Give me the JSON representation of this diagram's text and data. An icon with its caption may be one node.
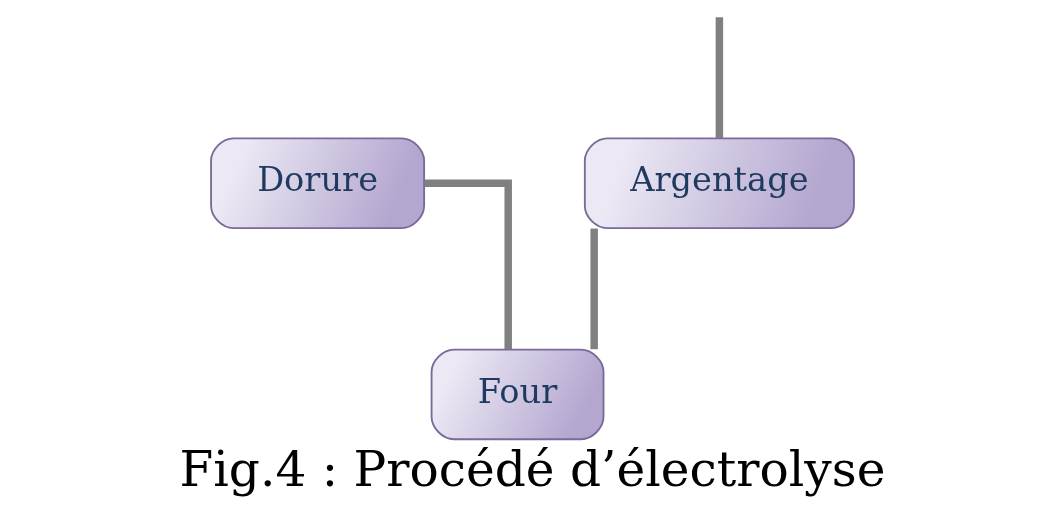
{
  "diagram": {
    "caption": "Fig.4 : Procédé d’électrolyse",
    "nodes": [
      {
        "text": [
          "Argentage"
        ]
      },
      {
        "text": [
          "Dorure"
        ]
      },
      {
        "text": [
          "Four"
        ]
      }
    ],
    "edges": [
      {
        "from": null,
        "to": 0,
        "arrow": "none"
      },
      {
        "from": 0,
        "to": 2,
        "arrow": "none"
      },
      {
        "from": 1,
        "to": 2,
        "arrow": "none"
      }
    ]
  }
}
